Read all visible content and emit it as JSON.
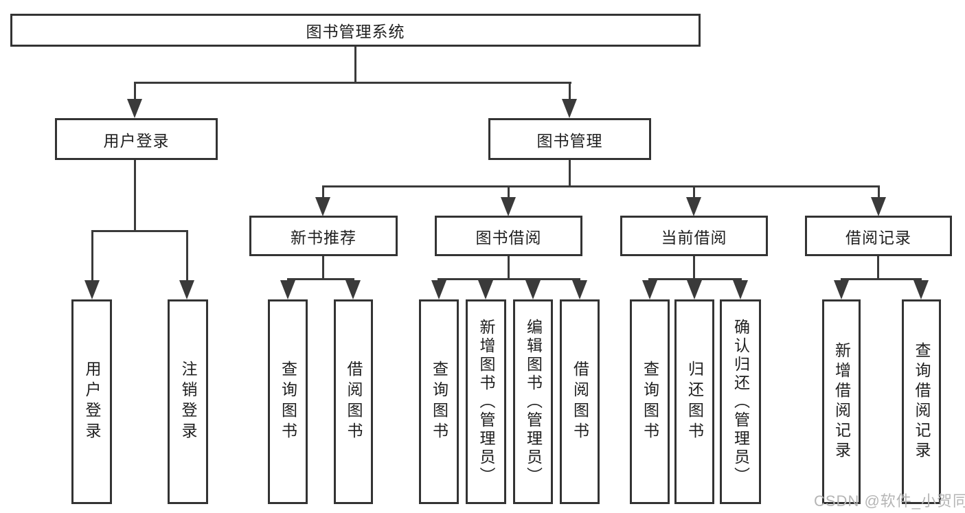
{
  "diagram": {
    "root": {
      "label": "图书管理系统"
    },
    "login": {
      "label": "用户登录",
      "children": [
        "用户登录",
        "注销登录"
      ]
    },
    "management": {
      "label": "图书管理",
      "modules": [
        {
          "label": "新书推荐",
          "children": [
            "查询图书",
            "借阅图书"
          ]
        },
        {
          "label": "图书借阅",
          "children": [
            "查询图书",
            "新增图书（管理员）",
            "编辑图书（管理员）",
            "借阅图书"
          ]
        },
        {
          "label": "当前借阅",
          "children": [
            "查询图书",
            "归还图书",
            "确认归还（管理员）"
          ]
        },
        {
          "label": "借阅记录",
          "children": [
            "新增借阅记录",
            "查询借阅记录"
          ]
        }
      ]
    }
  },
  "watermark": "CSDN @软件_小贺同学",
  "colors": {
    "background": "#ffffff",
    "box_border": "#333333",
    "connector_line": "#3a3a3a",
    "text": "#1f1f1f",
    "watermark_text": "#b5b5b5"
  }
}
